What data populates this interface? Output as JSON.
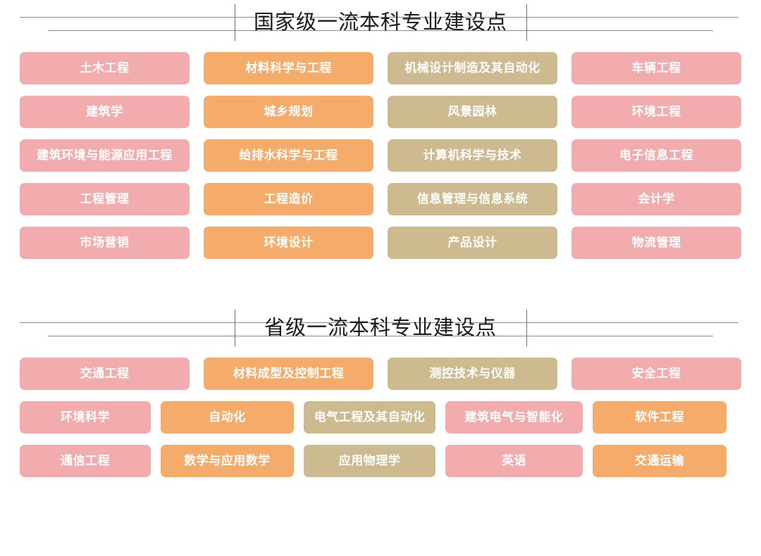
{
  "colors": {
    "pink": "#F2ACAE",
    "orange": "#F5AC6B",
    "tan": "#CDBA8E",
    "rule": "#8C8C8C",
    "title_text": "#1A1A1A",
    "pill_text": "#FFFFFF"
  },
  "sections": [
    {
      "title": "国家级一流本科专业建设点",
      "layout": "four-column-grid",
      "rows": [
        [
          {
            "label": "土木工程",
            "color": "pink"
          },
          {
            "label": "材料科学与工程",
            "color": "orange"
          },
          {
            "label": "机械设计制造及其自动化",
            "color": "tan"
          },
          {
            "label": "车辆工程",
            "color": "pink"
          }
        ],
        [
          {
            "label": "建筑学",
            "color": "pink"
          },
          {
            "label": "城乡规划",
            "color": "orange"
          },
          {
            "label": "风景园林",
            "color": "tan"
          },
          {
            "label": "环境工程",
            "color": "pink"
          }
        ],
        [
          {
            "label": "建筑环境与能源应用工程",
            "color": "pink"
          },
          {
            "label": "给排水科学与工程",
            "color": "orange"
          },
          {
            "label": "计算机科学与技术",
            "color": "tan"
          },
          {
            "label": "电子信息工程",
            "color": "pink"
          }
        ],
        [
          {
            "label": "工程管理",
            "color": "pink"
          },
          {
            "label": "工程造价",
            "color": "orange"
          },
          {
            "label": "信息管理与信息系统",
            "color": "tan"
          },
          {
            "label": "会计学",
            "color": "pink"
          }
        ],
        [
          {
            "label": "市场营销",
            "color": "pink"
          },
          {
            "label": "环境设计",
            "color": "orange"
          },
          {
            "label": "产品设计",
            "color": "tan"
          },
          {
            "label": "物流管理",
            "color": "pink"
          }
        ]
      ]
    },
    {
      "title": "省级一流本科专业建设点",
      "layout": "flow-rows",
      "rows": [
        [
          {
            "label": "交通工程",
            "color": "pink",
            "width": 189
          },
          {
            "label": "材料成型及控制工程",
            "color": "orange",
            "width": 189
          },
          {
            "label": "测控技术与仪器",
            "color": "tan",
            "width": 189
          },
          {
            "label": "安全工程",
            "color": "pink",
            "width": 189
          }
        ],
        [
          {
            "label": "环境科学",
            "color": "pink",
            "width": 186
          },
          {
            "label": "自动化",
            "color": "orange",
            "width": 189
          },
          {
            "label": "电气工程及其自动化",
            "color": "tan",
            "width": 187
          },
          {
            "label": "建筑电气与智能化",
            "color": "pink",
            "width": 195
          },
          {
            "label": "软件工程",
            "color": "orange",
            "width": 190
          }
        ],
        [
          {
            "label": "通信工程",
            "color": "pink",
            "width": 186
          },
          {
            "label": "数学与应用数学",
            "color": "orange",
            "width": 189
          },
          {
            "label": "应用物理学",
            "color": "tan",
            "width": 187
          },
          {
            "label": "英语",
            "color": "pink",
            "width": 195
          },
          {
            "label": "交通运输",
            "color": "orange",
            "width": 190
          }
        ]
      ]
    }
  ]
}
